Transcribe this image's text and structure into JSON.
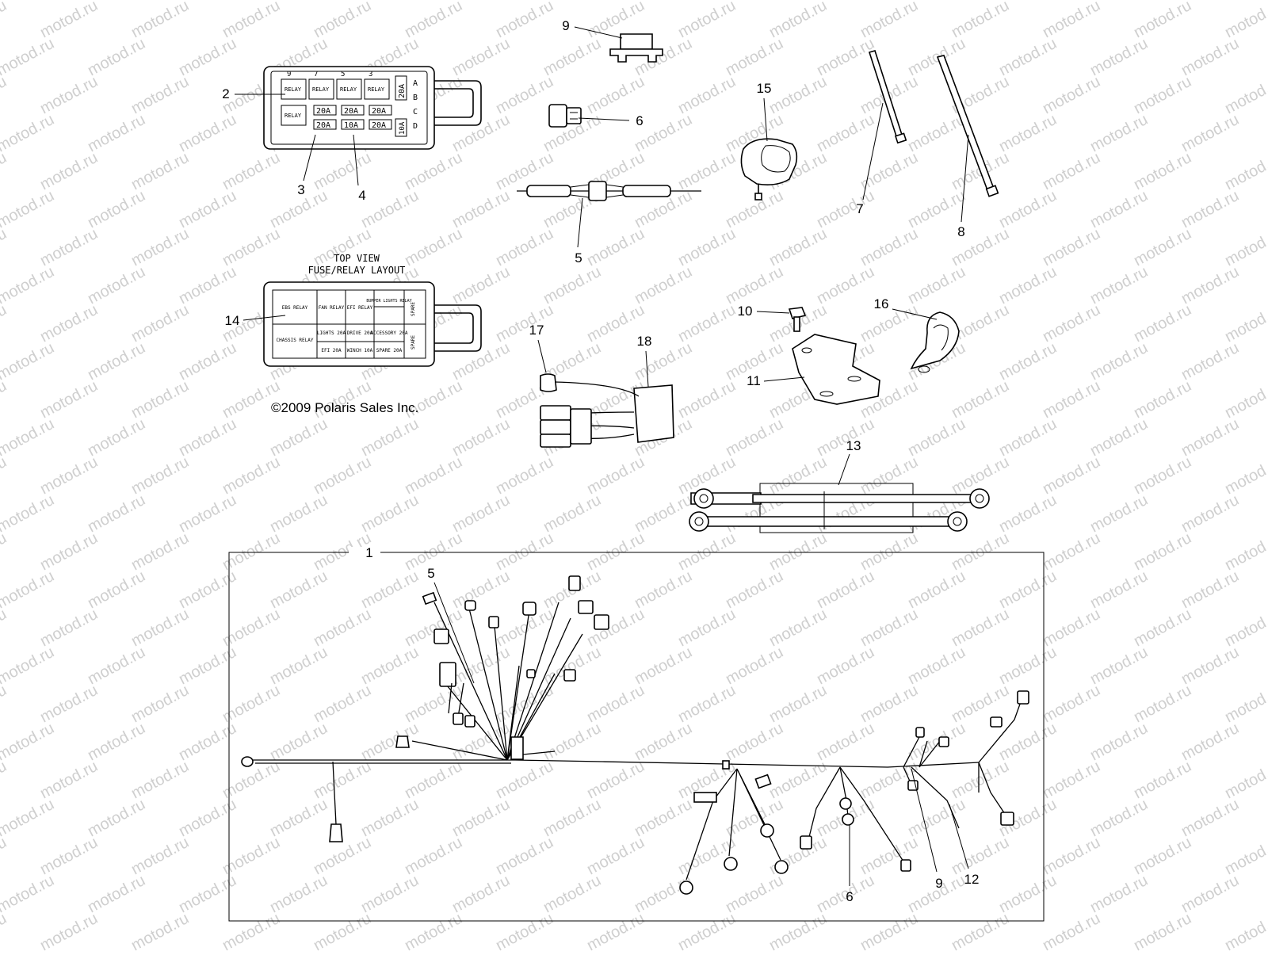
{
  "diagram": {
    "watermark": "motod.ru",
    "copyright": "©2009 Polaris Sales Inc.",
    "top_view_title_1": "TOP VIEW",
    "top_view_title_2": "FUSE/RELAY LAYOUT",
    "fuse_box": {
      "column_numbers": [
        "9",
        "7",
        "5",
        "3"
      ],
      "row_letters": [
        "A",
        "B",
        "C",
        "D"
      ],
      "relay_label": "RELAY",
      "fuse_20a": "20A",
      "fuse_10a": "10A"
    },
    "layout": {
      "cells": [
        "EBS RELAY",
        "FAN RELAY",
        "EFI RELAY",
        "BUMPER LIGHTS RELAY",
        "SPARE",
        "CHASSIS RELAY",
        "LIGHTS 20A",
        "DRIVE 20A",
        "ACCESSORY 20A",
        "SPARE",
        "EFI 20A",
        "WINCH 10A",
        "SPARE 20A"
      ]
    },
    "callouts": [
      "1",
      "2",
      "3",
      "4",
      "5",
      "5",
      "6",
      "6",
      "7",
      "8",
      "9",
      "9",
      "10",
      "11",
      "12",
      "13",
      "14",
      "15",
      "16",
      "17",
      "18"
    ]
  }
}
